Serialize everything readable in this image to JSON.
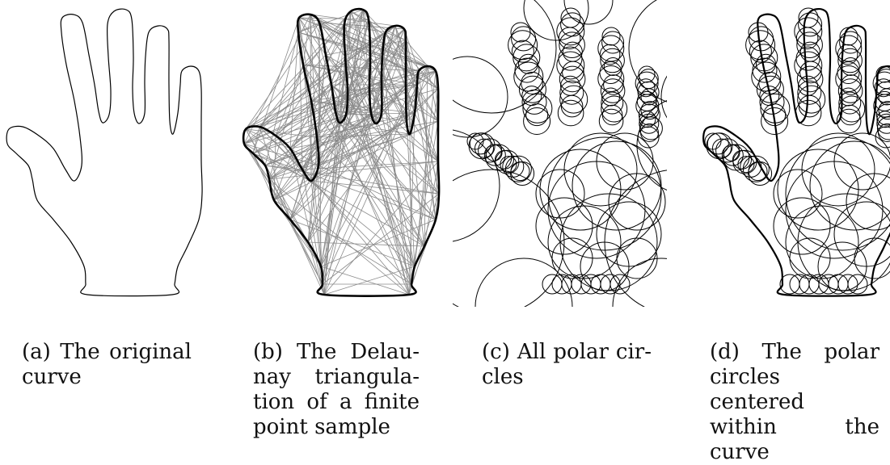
{
  "figure": {
    "panels": [
      {
        "id": "a",
        "caption_lines": [
          "(a) The original",
          "curve"
        ]
      },
      {
        "id": "b",
        "caption_lines": [
          "(b) The Delau-",
          "nay triangula-",
          "tion of a finite",
          "point sample"
        ]
      },
      {
        "id": "c",
        "caption_lines": [
          "(c) All polar cir-",
          "cles"
        ]
      },
      {
        "id": "d",
        "caption_lines": [
          "(d) The polar",
          "circles centered",
          "within the curve"
        ]
      }
    ]
  }
}
